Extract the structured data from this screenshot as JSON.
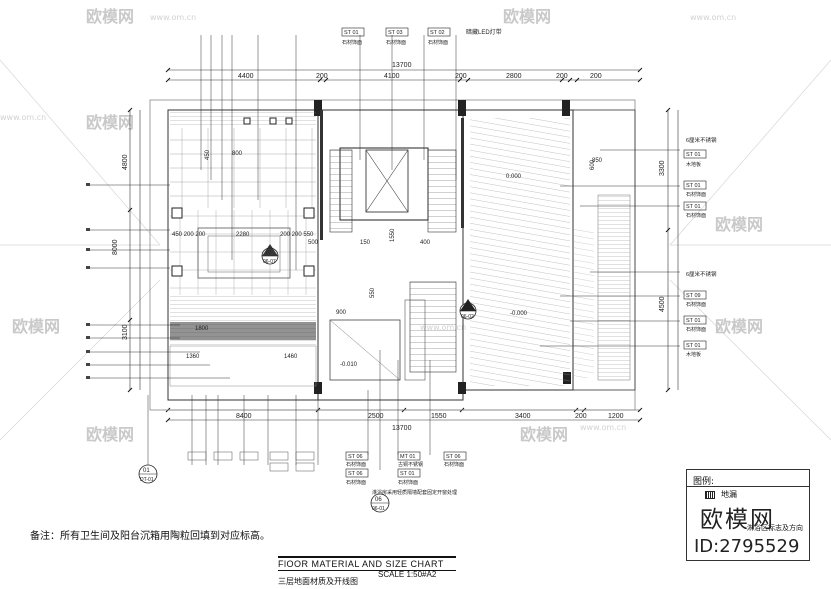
{
  "watermark": {
    "text": "欧模网",
    "url": "www.om.cn"
  },
  "dimensions": {
    "top_total": "13700",
    "top_segments": [
      "4400",
      "200",
      "4100",
      "200",
      "2800",
      "200",
      "200"
    ],
    "top_inner": [
      "200",
      "200"
    ],
    "bottom_segments": [
      "2500",
      "1550",
      "3400",
      "200",
      "1200"
    ],
    "bottom_left": "8400",
    "bottom_total": "13700",
    "left_vertical": [
      "4800",
      "8000",
      "3100"
    ],
    "right_vertical": [
      "3300",
      "4500"
    ],
    "room_dims": [
      "800",
      "450",
      "2280",
      "450 200 200",
      "200 200 550",
      "1800",
      "1360",
      "1460",
      "900",
      "550",
      "1550",
      "150",
      "400",
      "500",
      "600",
      "850",
      "0.000",
      "-0.010",
      "-0.000"
    ]
  },
  "callouts": {
    "top": [
      "ST 01",
      "ST 03",
      "ST 02"
    ],
    "top_sub": [
      "石材饰面",
      "石材饰面",
      "石材饰面"
    ],
    "top_note": "暗藏LED灯带",
    "right": [
      "ST 01",
      "ST 01",
      "ST 01",
      "ST 09",
      "ST 01",
      "ST 01"
    ],
    "right_sub": [
      "木地板",
      "石材饰面",
      "石材饰面",
      "石材饰面",
      "石材饰面",
      "木地板"
    ],
    "right_note": "6厘米不锈钢",
    "bottom": [
      "ST 06",
      "ST 06",
      "MT 01",
      "ST 01",
      "ST 06"
    ],
    "bottom_sub": [
      "石材饰面",
      "石材饰面",
      "古铜不锈钢",
      "石材饰面",
      "石材饰面"
    ],
    "bottom_note": "淋浴房采用轻质隔墙配套固定开窗处理"
  },
  "section_marks": [
    {
      "num": "07",
      "sheet": "06-07"
    },
    {
      "num": "02",
      "sheet": "06-02"
    },
    {
      "num": "01",
      "sheet": "DT-01"
    },
    {
      "num": "06",
      "sheet": "06-01"
    }
  ],
  "note": "备注：所有卫生间及阳台沉箱用陶粒回填到对应标高。",
  "title": {
    "main": "FlOOR MATERIAL AND SIZE CHART",
    "sub": "三层地面材质及开线图",
    "scale": "SCALE 1:50#A2"
  },
  "legend": {
    "title": "图例:",
    "item": "地漏",
    "item2": "淋浴区标志及方向"
  },
  "brand": {
    "name": "欧模网",
    "id": "ID:2795529"
  }
}
